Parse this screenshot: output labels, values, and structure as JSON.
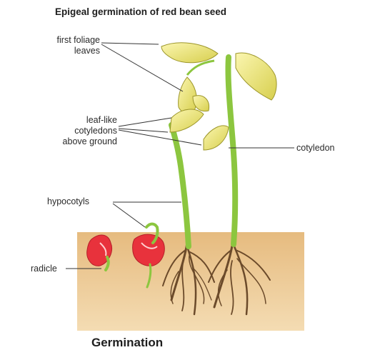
{
  "title": "Epigeal germination of red bean seed",
  "caption": "Germination",
  "labels": {
    "foliage_line1": "first foliage",
    "foliage_line2": "leaves",
    "cotyledons_line1": "leaf-like",
    "cotyledons_line2": "cotyledons",
    "cotyledons_line3": "above ground",
    "cotyledon": "cotyledon",
    "hypocotyls": "hypocotyls",
    "radicle": "radicle"
  },
  "colors": {
    "soil_top": "#e8bf84",
    "soil_bottom": "#f3d9ae",
    "stem": "#8cc63f",
    "leaf": "#f2ec8a",
    "seed": "#e8323c",
    "root": "#6b4a2a"
  }
}
